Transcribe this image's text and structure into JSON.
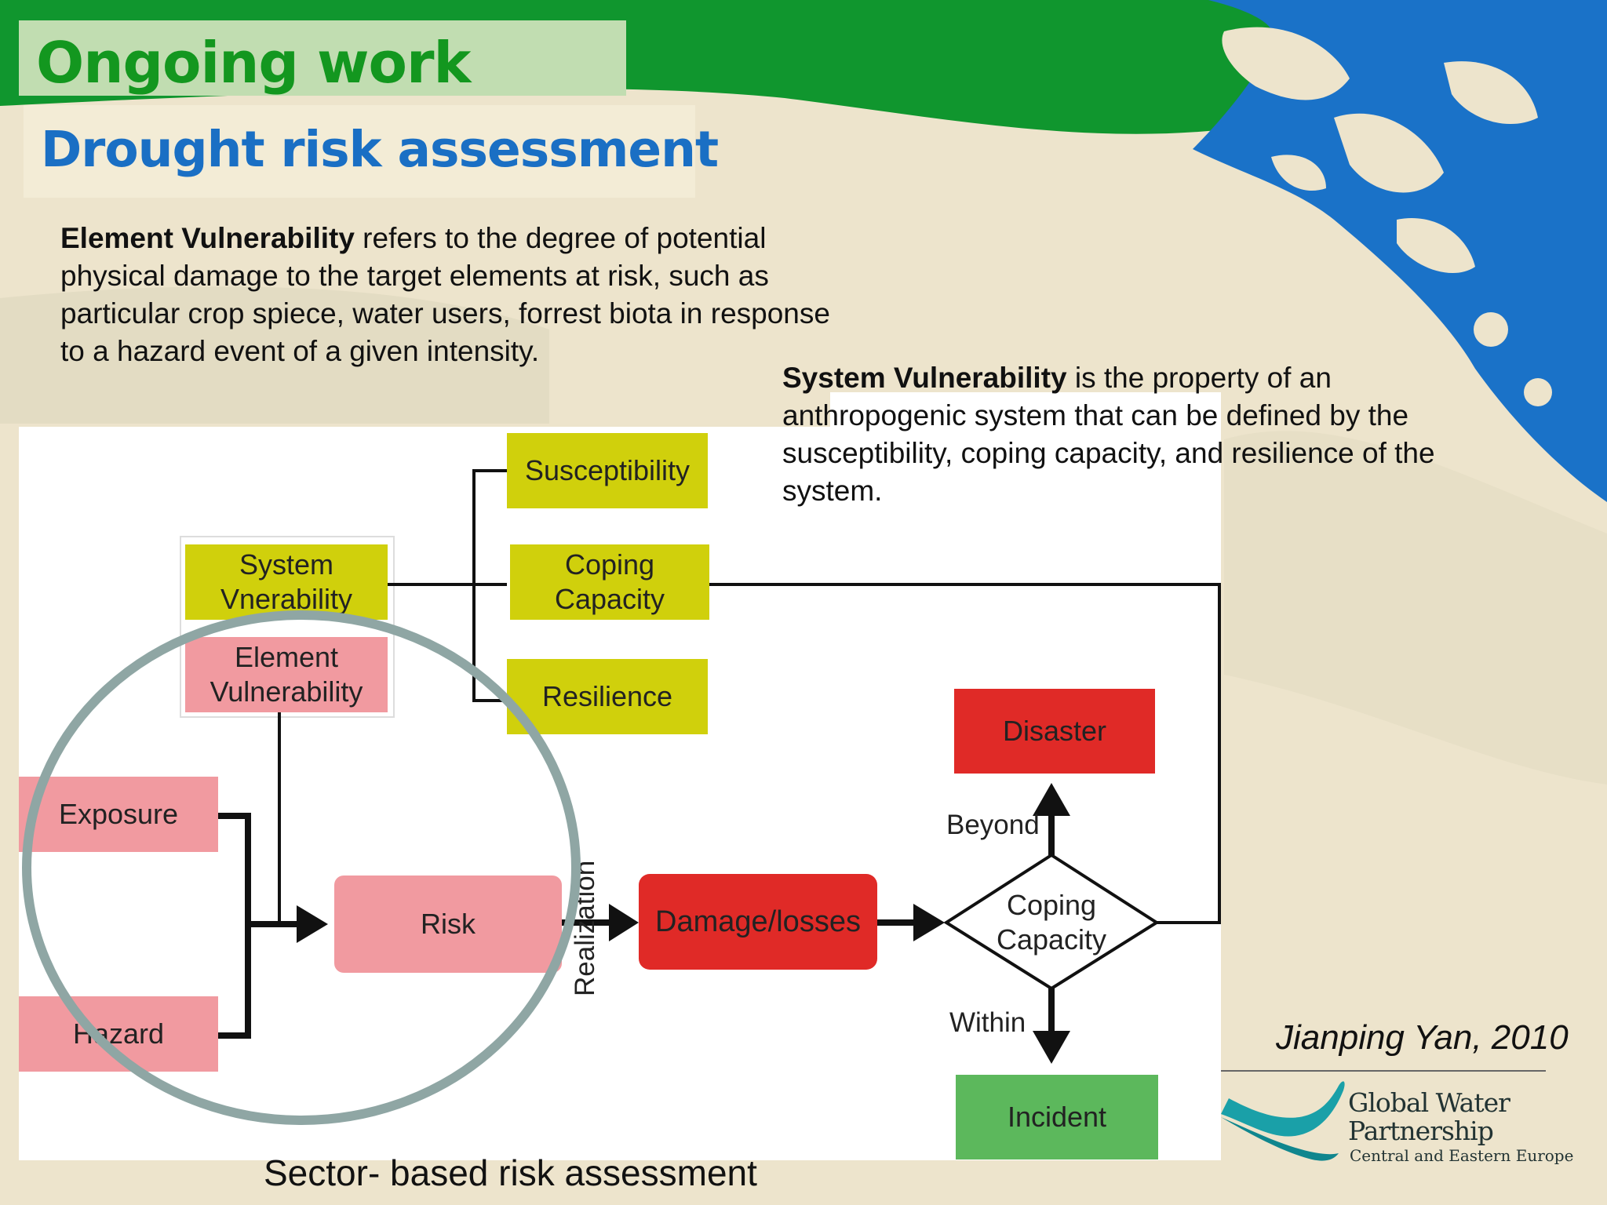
{
  "slide": {
    "title": "Ongoing work",
    "subtitle": "Drought risk assessment",
    "element_vulnerability_term": "Element Vulnerability",
    "element_vulnerability_text": " refers to the degree of potential physical damage to the target elements at risk, such as particular crop spiece, water users,  forrest biota in response to a hazard event of a given intensity.",
    "system_vulnerability_term": "System Vulnerability",
    "system_vulnerability_text": " is the property of an anthropogenic system that can be defined by the susceptibility, coping capacity, and resilience of the system.",
    "citation": "Jianping Yan, 2010",
    "caption": "Sector- based risk assessment"
  },
  "diagram": {
    "susceptibility": "Susceptibility",
    "coping_capacity_line1": "Coping",
    "coping_capacity_line2": "Capacity",
    "resilience": "Resilience",
    "system_vulnerability_line1": "System",
    "system_vulnerability_line2": "Vnerability",
    "element_vulnerability_line1": "Element",
    "element_vulnerability_line2": "Vulnerability",
    "exposure": "Exposure",
    "hazard": "Hazard",
    "risk": "Risk",
    "realization": "Realization",
    "damage": "Damage/losses",
    "decision_line1": "Coping",
    "decision_line2": "Capacity",
    "beyond": "Beyond",
    "within": "Within",
    "disaster": "Disaster",
    "incident": "Incident"
  },
  "logo": {
    "name_line1": "Global Water",
    "name_line2": "Partnership",
    "region": "Central and Eastern Europe"
  },
  "colors": {
    "title_green": "#13971f",
    "subtitle_blue": "#1a6fc4",
    "yellow_box": "#d0d00c",
    "pink_box": "#f19aa0",
    "red_box": "#e02a27",
    "green_box": "#5cb85c",
    "circle": "#8fa6a4"
  }
}
